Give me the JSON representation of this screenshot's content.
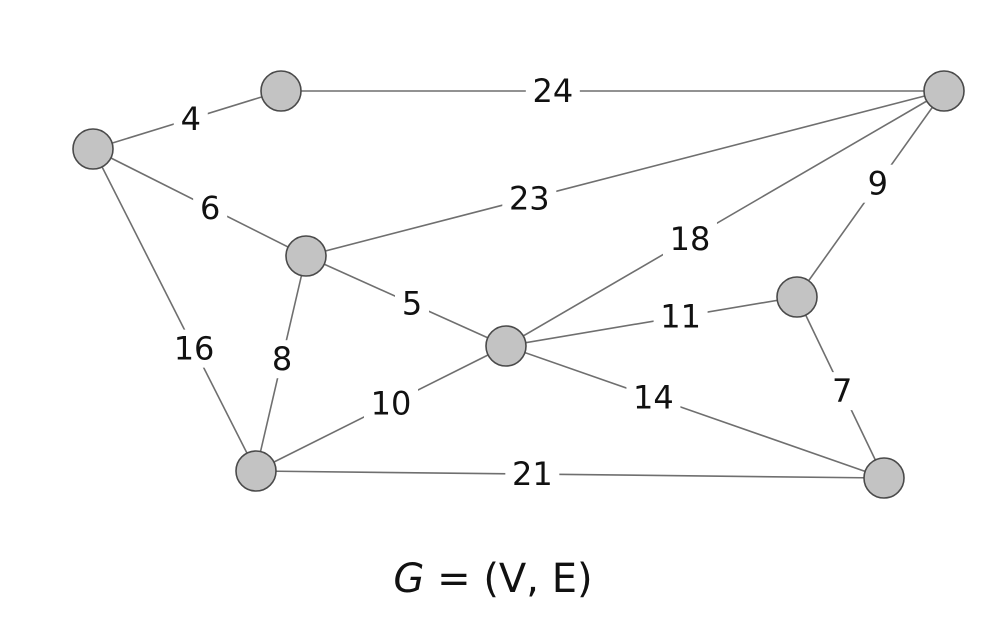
{
  "graph": {
    "nodes": [
      {
        "id": "a"
      },
      {
        "id": "b"
      },
      {
        "id": "c"
      },
      {
        "id": "d"
      },
      {
        "id": "e"
      },
      {
        "id": "f"
      },
      {
        "id": "g"
      },
      {
        "id": "h"
      }
    ],
    "edges": [
      {
        "from": "a",
        "to": "b",
        "weight": "4"
      },
      {
        "from": "b",
        "to": "c",
        "weight": "24"
      },
      {
        "from": "a",
        "to": "d",
        "weight": "6"
      },
      {
        "from": "d",
        "to": "c",
        "weight": "23"
      },
      {
        "from": "e",
        "to": "c",
        "weight": "18"
      },
      {
        "from": "f",
        "to": "c",
        "weight": "9"
      },
      {
        "from": "a",
        "to": "g",
        "weight": "16"
      },
      {
        "from": "d",
        "to": "g",
        "weight": "8"
      },
      {
        "from": "d",
        "to": "e",
        "weight": "5"
      },
      {
        "from": "e",
        "to": "f",
        "weight": "11"
      },
      {
        "from": "g",
        "to": "e",
        "weight": "10"
      },
      {
        "from": "e",
        "to": "h",
        "weight": "14"
      },
      {
        "from": "f",
        "to": "h",
        "weight": "7"
      },
      {
        "from": "g",
        "to": "h",
        "weight": "21"
      }
    ]
  },
  "caption": {
    "g": "G",
    "rest": " = (V, E)"
  },
  "colors": {
    "node_fill": "#c3c3c3",
    "node_stroke": "#4a4a4a",
    "edge": "#6f6f6f"
  }
}
